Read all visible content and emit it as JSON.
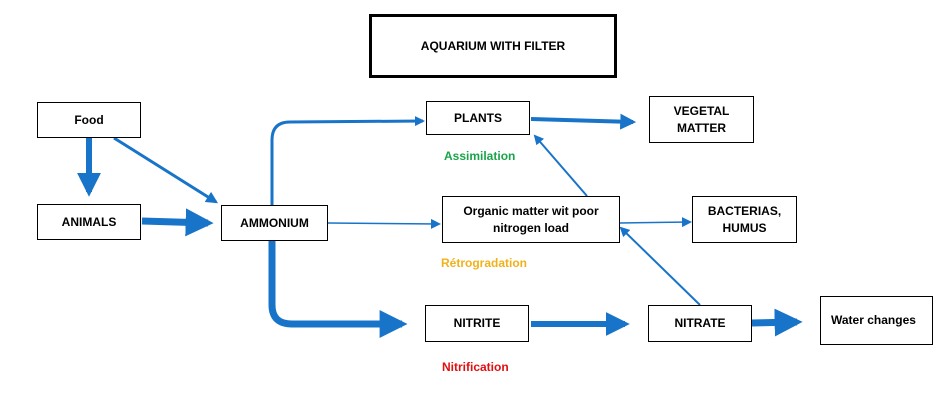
{
  "title": "AQUARIUM WITH FILTER",
  "nodes": {
    "food": "Food",
    "animals": "ANIMALS",
    "ammonium": "AMMONIUM",
    "plants": "PLANTS",
    "vegetal_matter": "VEGETAL\nMATTER",
    "organic_matter": "Organic matter wit poor\nnitrogen load",
    "bacterias_humus": "BACTERIAS,\nHUMUS",
    "nitrite": "NITRITE",
    "nitrate": "NITRATE",
    "water_changes": "Water changes"
  },
  "process_labels": {
    "assimilation": "Assimilation",
    "retrogradation": "Rétrogradation",
    "nitrification": "Nitrification"
  },
  "colors": {
    "arrow": "#1874c8",
    "assimilation": "#1aa34a",
    "retrogradation": "#f0b21a",
    "nitrification": "#e01010",
    "box_border": "#000000"
  }
}
